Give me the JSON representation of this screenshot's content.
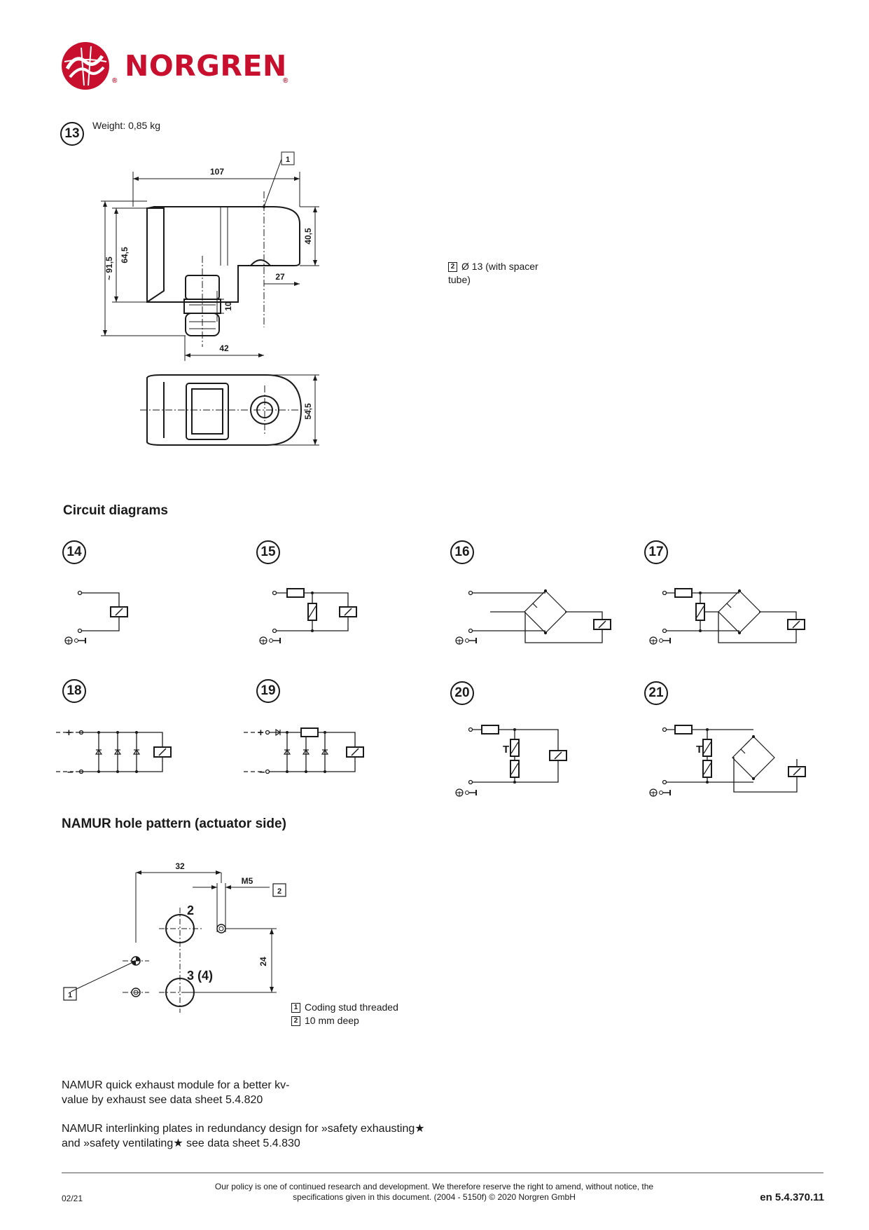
{
  "brand": {
    "name": "NORGREN",
    "registered_mark": "®"
  },
  "figure13": {
    "number": "13",
    "weight": "Weight: 0,85 kg",
    "dims": {
      "d107": "107",
      "d40_5": "40,5",
      "d64_5": "64,5",
      "d91_5": "~ 91,5",
      "d27": "27",
      "d10": "10",
      "d42": "42",
      "d54_5": "54,5"
    },
    "callout1": "1"
  },
  "note2": {
    "box": "2",
    "text": "Ø 13 (with spacer tube)"
  },
  "circuit": {
    "title": "Circuit diagrams",
    "figures": [
      "14",
      "15",
      "16",
      "17",
      "18",
      "19",
      "20",
      "21"
    ],
    "plus": "+",
    "minus": "–",
    "t_label": "T"
  },
  "namur": {
    "title": "NAMUR hole pattern (actuator side)",
    "dims": {
      "d32": "32",
      "m5": "M5",
      "d24": "24"
    },
    "labels": {
      "port2": "2",
      "port3": "3 (4)"
    },
    "callout1": "1",
    "callout2": "2",
    "legend": [
      {
        "box": "1",
        "text": "Coding stud threaded"
      },
      {
        "box": "2",
        "text": "10 mm deep"
      }
    ]
  },
  "notes": [
    "NAMUR quick exhaust module for a better kv-value by exhaust see data sheet 5.4.820",
    "NAMUR interlinking plates in redundancy design for »safety exhausting★ and »safety ventilating★ see data sheet 5.4.830"
  ],
  "footer": {
    "date": "02/21",
    "policy": "Our policy is one of continued research and development. We therefore reserve the right to amend, without notice, the specifications given in this document. (2004 - 5150f) © 2020 Norgren GmbH",
    "doc_number": "en 5.4.370.11"
  }
}
